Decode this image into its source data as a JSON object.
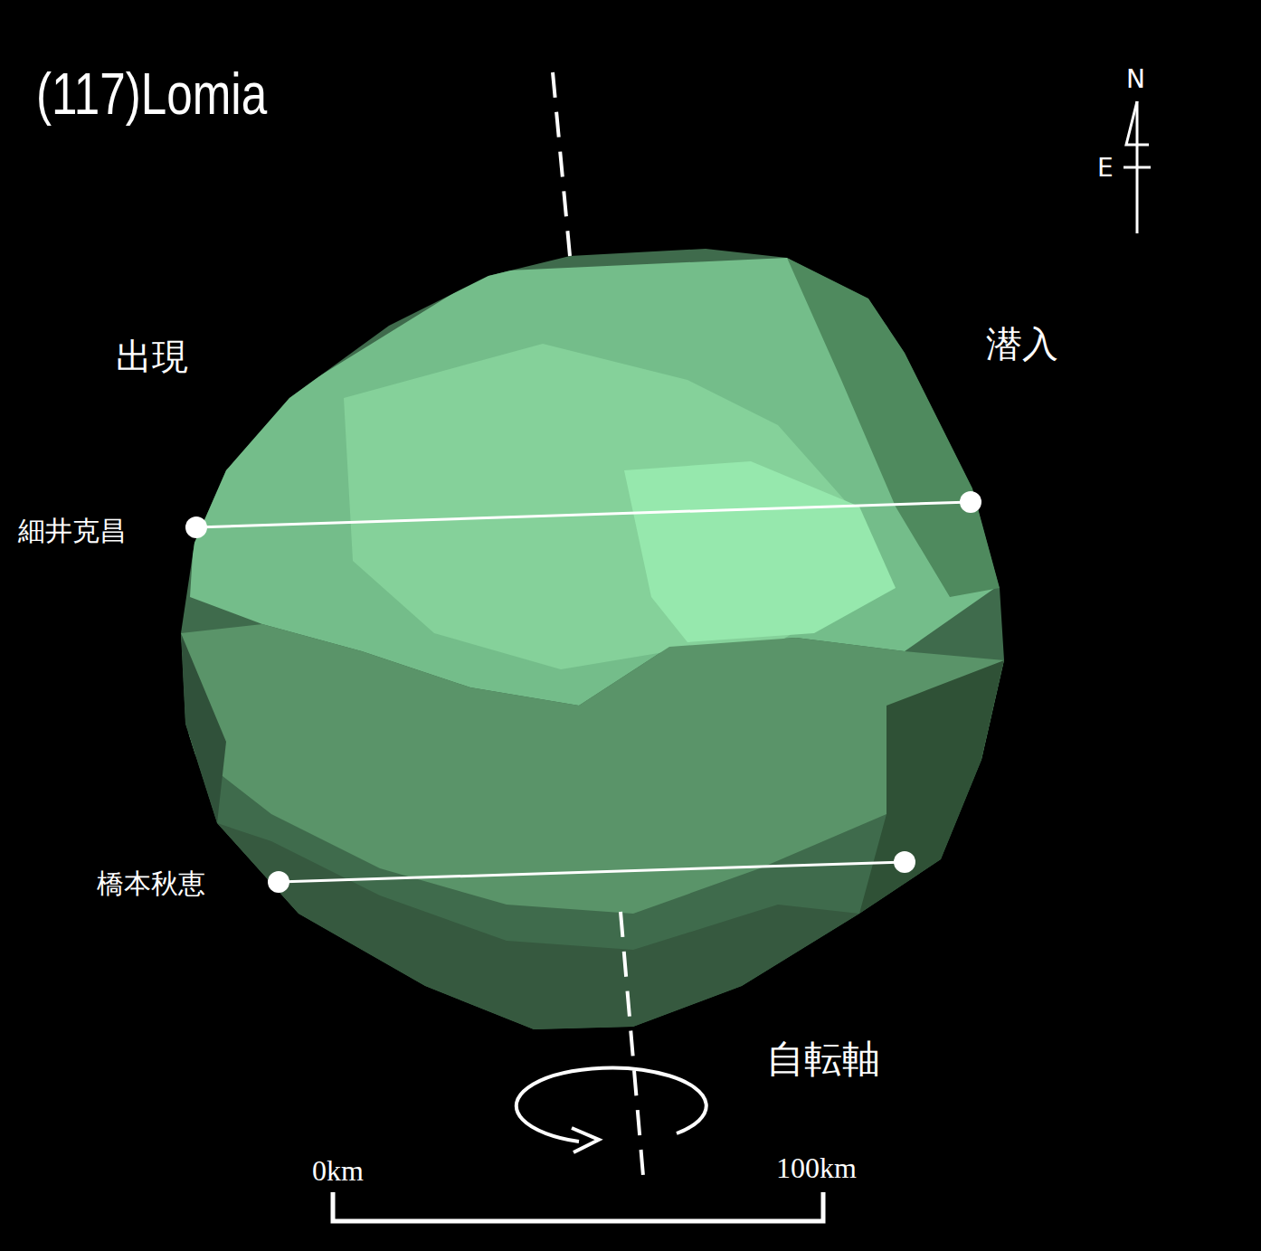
{
  "diagram": {
    "title": "(117)Lomia",
    "labels": [
      "N",
      "E",
      "出現",
      "潜入",
      "細井克昌",
      "橋本秋恵",
      "自転軸",
      "0km",
      "100km"
    ]
  }
}
